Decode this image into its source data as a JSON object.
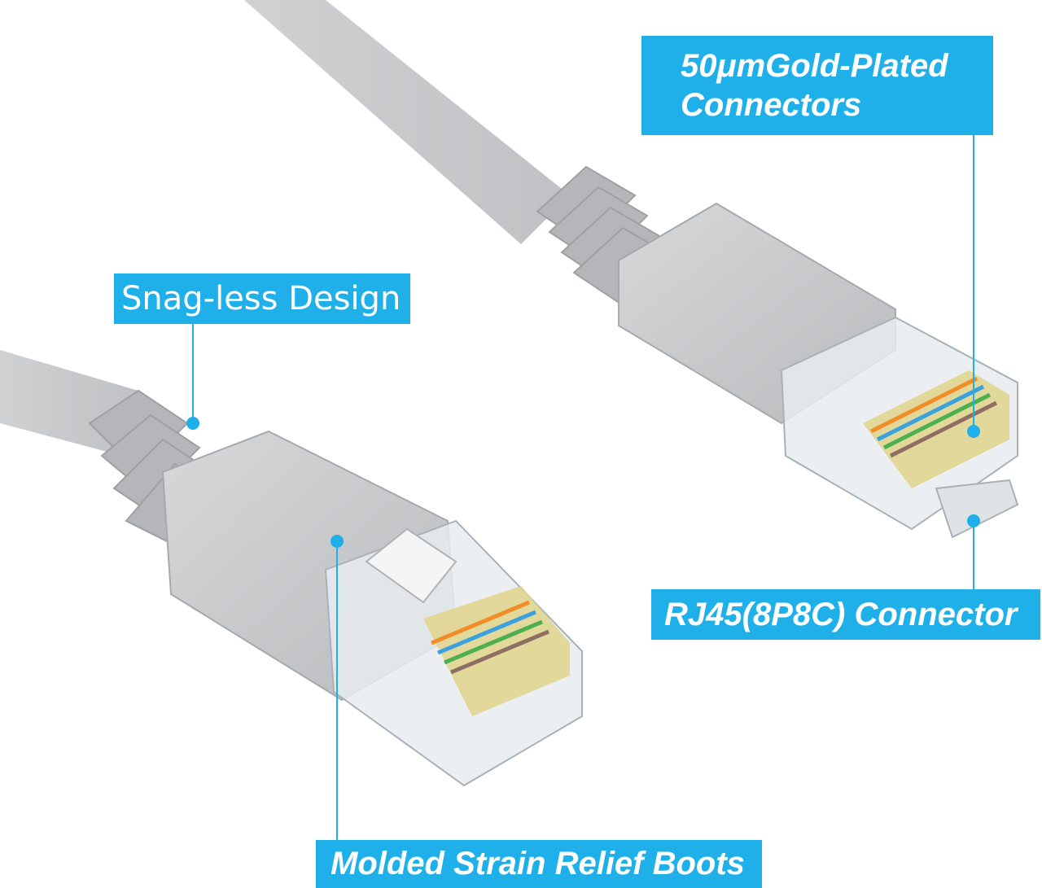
{
  "callouts": {
    "gold_plated": {
      "line1": "50μmGold-Plated",
      "line2": "Connectors"
    },
    "snagless": "Snag-less Design",
    "rj45": "RJ45(8P8C) Connector",
    "strain_relief": "Molded Strain Relief Boots"
  },
  "colors": {
    "callout_bg": "#1fb0ea",
    "callout_text": "#ffffff",
    "cable_gray": "#c9cbcd",
    "leader_line": "#1fb0ea"
  }
}
